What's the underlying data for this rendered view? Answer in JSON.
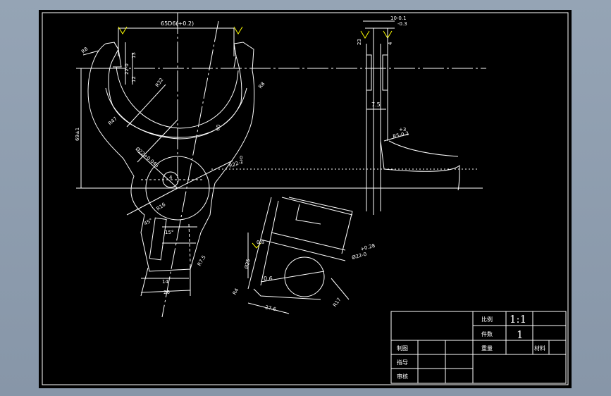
{
  "drawing": {
    "background": "#000000",
    "line_color": "#ffffff",
    "accent_color": "#ffff00",
    "dims": {
      "top_width": "65D6(+0.2)",
      "tol_right_top": "10-0.1",
      "tol_right_bot": "-0.3",
      "right_23": "23",
      "right_4": "4",
      "right_75": "7.5",
      "r5": "+3",
      "r5b": "R5-0.2",
      "r8_left": "R8",
      "r8_right": "R8",
      "d13": "13",
      "d22": "22-0",
      "d12": "12",
      "r32": "R32",
      "r47": "R47",
      "d60": "60",
      "d69": "69±1",
      "ezz": "Ø22+0.045",
      "d0": "0",
      "d2": "R22-2",
      "r16": "R16",
      "d15": "15°",
      "d45": "45°",
      "d4": "4",
      "d14": "14",
      "d26": "26",
      "r7": "R7.5",
      "d06": "0.6",
      "r4": "R4",
      "d27": "27.6",
      "r17": "R17",
      "phi25": "Ø25",
      "phi22tol": "+0.28",
      "phi22": "Ø22-0",
      "d8": "0.8"
    }
  },
  "title_block": {
    "scale_label": "比例",
    "scale_value": "1:1",
    "qty_label": "件数",
    "qty_value": "1",
    "drawn_label": "制图",
    "weight_label": "重量",
    "material_label": "材料",
    "guide_label": "指导",
    "review_label": "审核"
  }
}
